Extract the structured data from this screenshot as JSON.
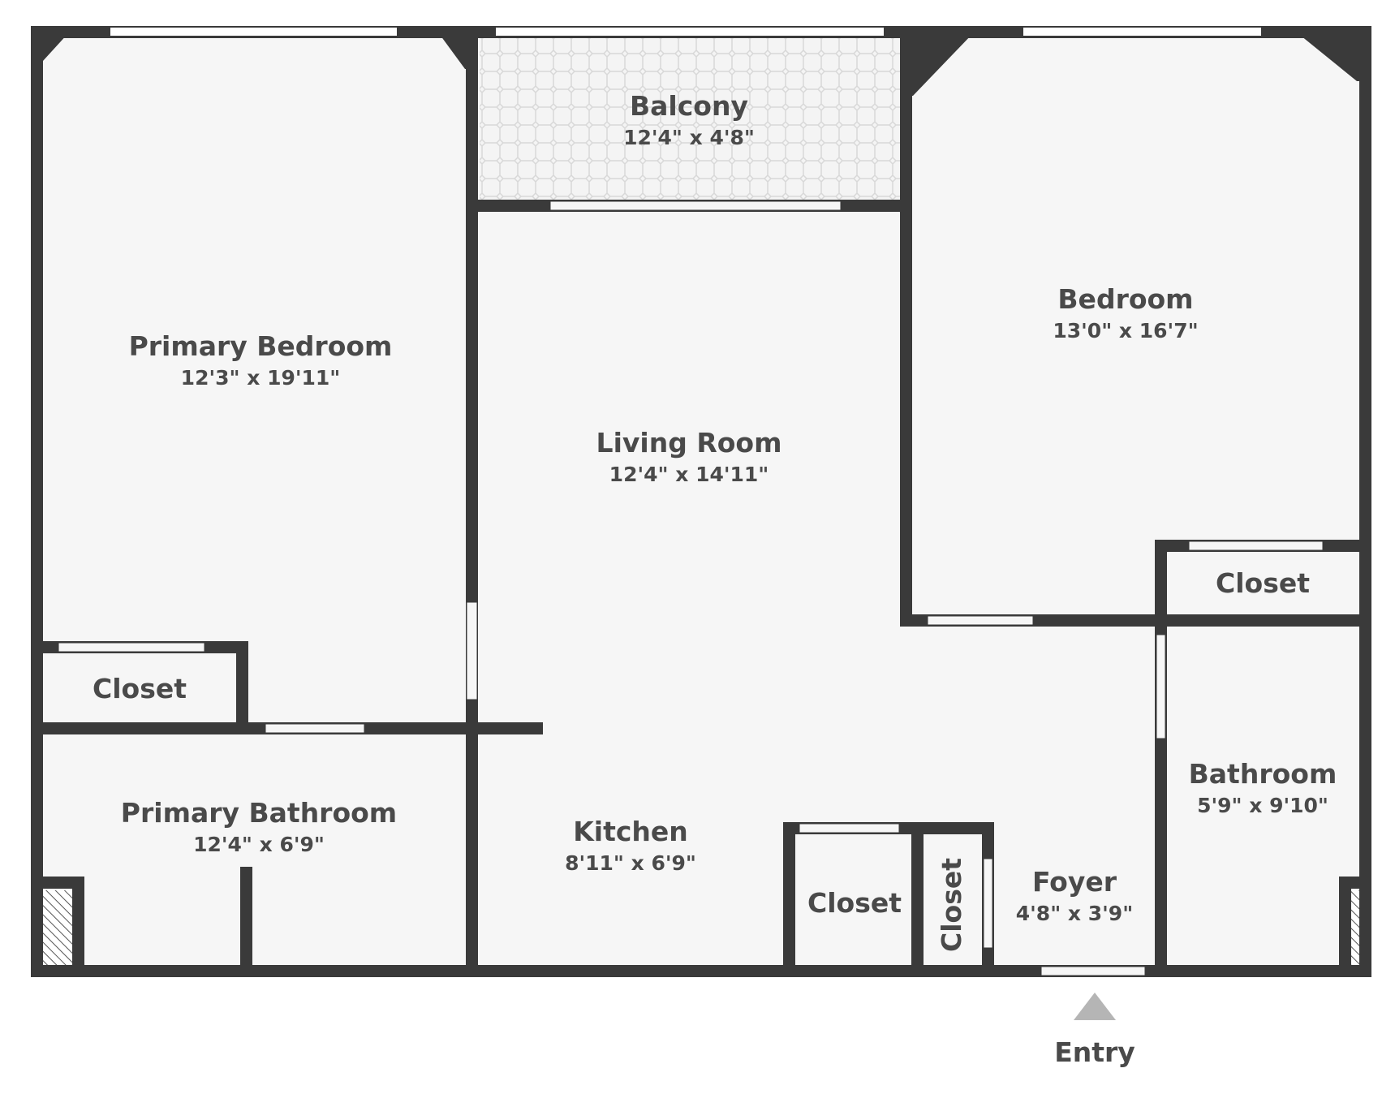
{
  "floorplan": {
    "rooms": {
      "primary_bedroom": {
        "name": "Primary Bedroom",
        "dims": "12'3\" x 19'11\""
      },
      "balcony": {
        "name": "Balcony",
        "dims": "12'4\" x 4'8\""
      },
      "living_room": {
        "name": "Living Room",
        "dims": "12'4\" x 14'11\""
      },
      "bedroom": {
        "name": "Bedroom",
        "dims": "13'0\" x 16'7\""
      },
      "bedroom_closet": {
        "name": "Closet"
      },
      "primary_closet": {
        "name": "Closet"
      },
      "primary_bathroom": {
        "name": "Primary Bathroom",
        "dims": "12'4\" x 6'9\""
      },
      "kitchen": {
        "name": "Kitchen",
        "dims": "8'11\" x 6'9\""
      },
      "foyer_closet_a": {
        "name": "Closet"
      },
      "foyer_closet_b": {
        "name": "Closet"
      },
      "foyer": {
        "name": "Foyer",
        "dims": "4'8\" x 3'9\""
      },
      "bathroom": {
        "name": "Bathroom",
        "dims": "5'9\" x 9'10\""
      }
    },
    "entry": {
      "label": "Entry"
    },
    "colors": {
      "wall": "#3a3a3a",
      "floor": "#f6f6f6",
      "label": "#4a4a4a",
      "entry_arrow": "#b5b5b5"
    }
  }
}
